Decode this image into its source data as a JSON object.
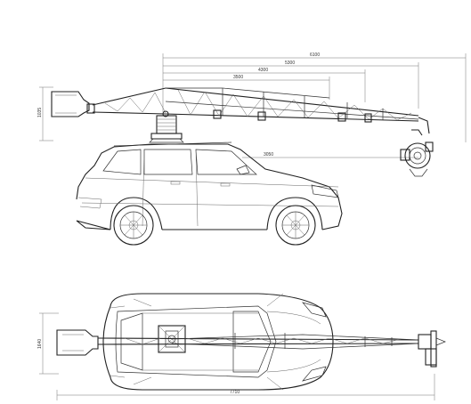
{
  "side_view": {
    "dims": {
      "total_reach": "6100",
      "reach_2": "5300",
      "reach_3": "4300",
      "reach_4": "3500",
      "camera_height": "3050",
      "arm_height": "1035"
    }
  },
  "top_view": {
    "dims": {
      "total_length": "7710",
      "base_width": "1640"
    }
  }
}
